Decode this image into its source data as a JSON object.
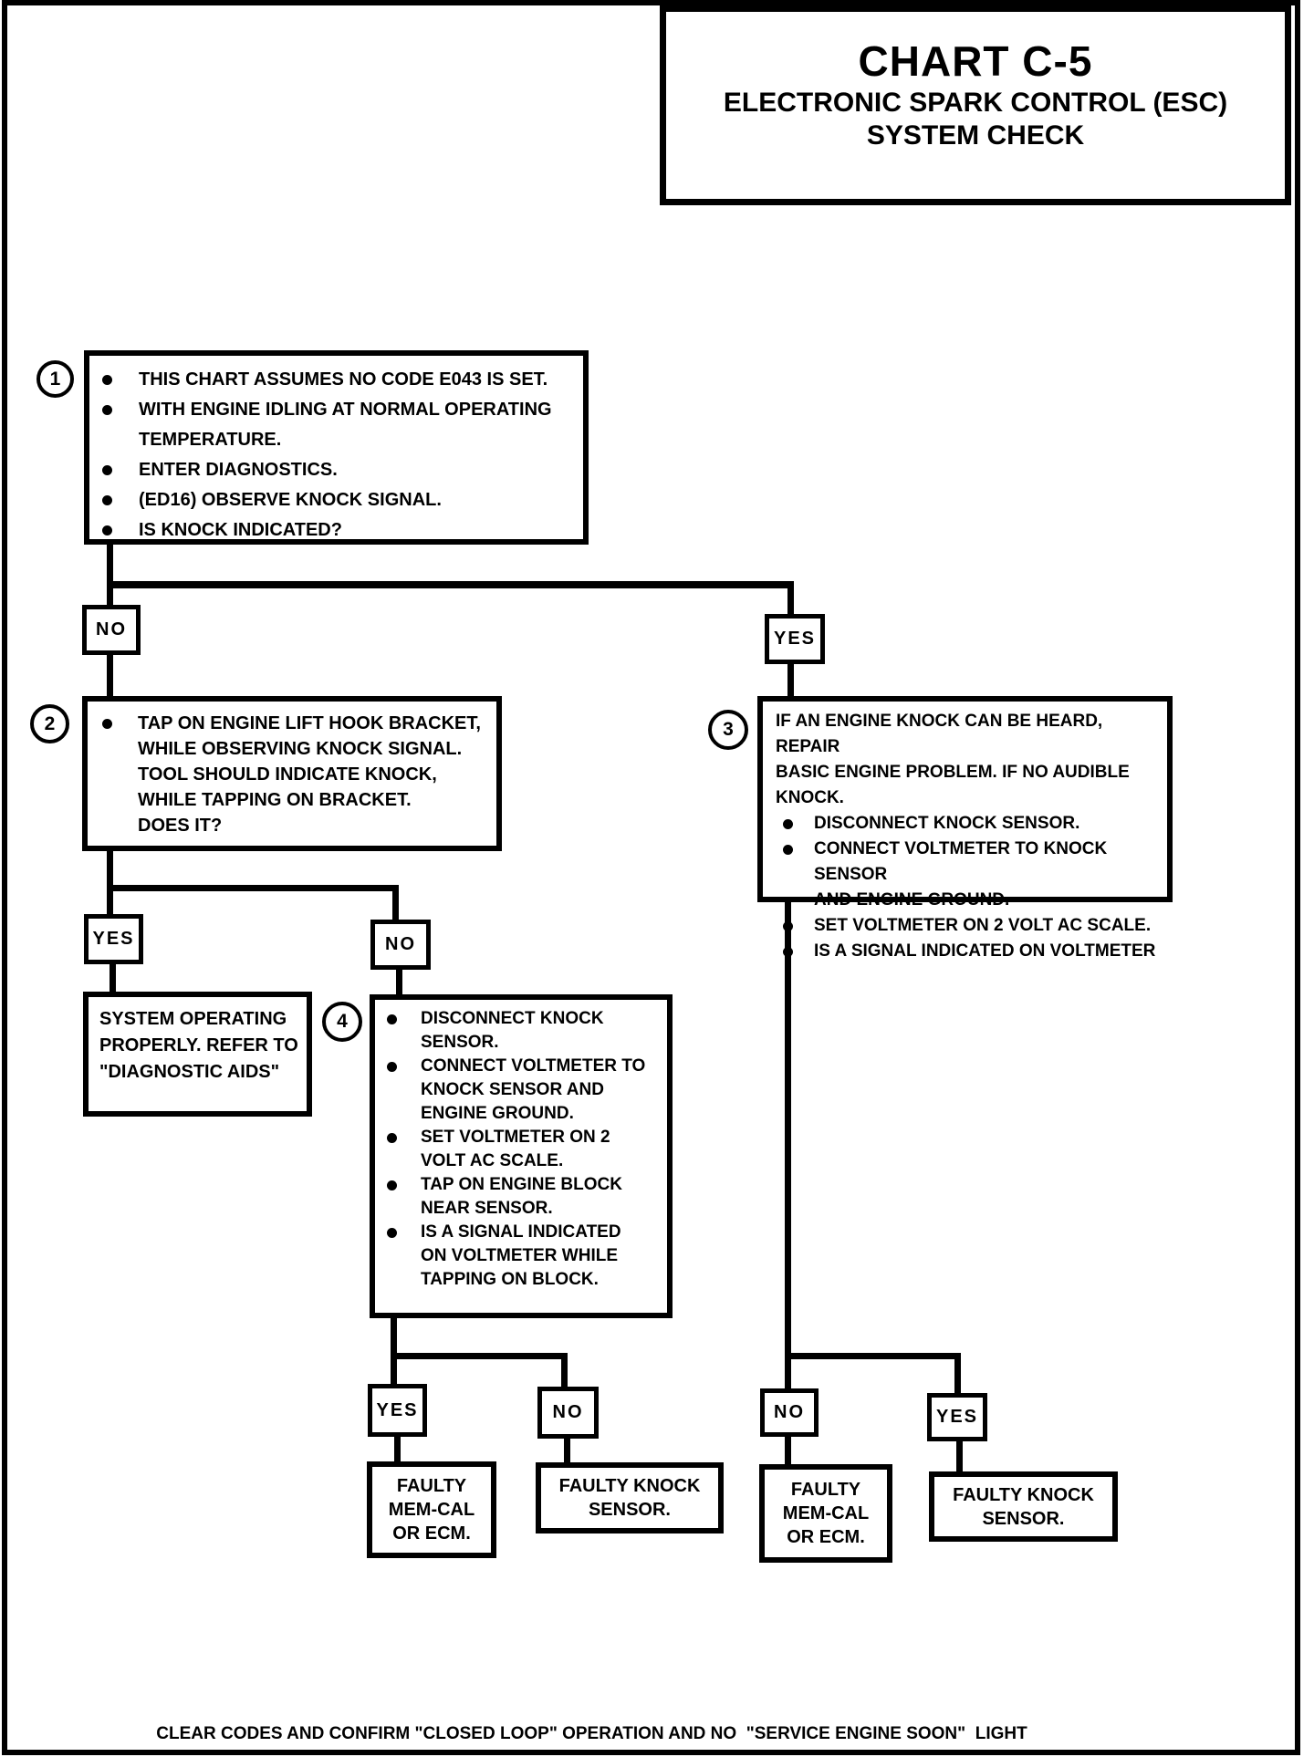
{
  "title": {
    "chart": "CHART C-5",
    "subtitle1": "ELECTRONIC SPARK CONTROL (ESC)",
    "subtitle2": "SYSTEM CHECK"
  },
  "labels": {
    "yes": "YES",
    "no": "NO"
  },
  "steps": {
    "s1": "1",
    "s2": "2",
    "s3": "3",
    "s4": "4"
  },
  "box1": {
    "bullets": [
      "THIS CHART ASSUMES NO CODE E043 IS SET.",
      "WITH ENGINE IDLING AT NORMAL OPERATING\nTEMPERATURE.",
      "ENTER DIAGNOSTICS.",
      "(ED16) OBSERVE KNOCK SIGNAL.",
      "IS KNOCK INDICATED?"
    ]
  },
  "box2": {
    "bullets": [
      "TAP ON ENGINE LIFT HOOK BRACKET,\nWHILE OBSERVING KNOCK SIGNAL.\nTOOL SHOULD INDICATE KNOCK,\nWHILE TAPPING ON BRACKET.\nDOES IT?"
    ]
  },
  "box3": {
    "intro": "IF AN ENGINE KNOCK CAN BE HEARD, REPAIR\nBASIC ENGINE PROBLEM.  IF NO AUDIBLE KNOCK.",
    "bullets": [
      "DISCONNECT KNOCK SENSOR.",
      "CONNECT VOLTMETER TO KNOCK SENSOR\nAND ENGINE GROUND.",
      "SET VOLTMETER ON 2 VOLT AC SCALE.",
      "IS A SIGNAL INDICATED ON VOLTMETER"
    ]
  },
  "box4": {
    "bullets": [
      "DISCONNECT KNOCK\nSENSOR.",
      "CONNECT VOLTMETER TO\nKNOCK SENSOR AND\nENGINE GROUND.",
      "SET VOLTMETER ON 2\nVOLT AC SCALE.",
      "TAP ON ENGINE BLOCK\nNEAR SENSOR.",
      "IS A SIGNAL INDICATED\nON VOLTMETER WHILE\nTAPPING ON BLOCK."
    ]
  },
  "outcomes": {
    "system_ok": "SYSTEM OPERATING\nPROPERLY.  REFER TO\n\"DIAGNOSTIC AIDS\"",
    "faulty_memcal": "FAULTY\nMEM-CAL\nOR ECM.",
    "faulty_knock": "FAULTY KNOCK\nSENSOR."
  },
  "footer": {
    "note": "CLEAR CODES AND CONFIRM \"CLOSED LOOP\" OPERATION AND NO  \"SERVICE ENGINE SOON\"  LIGHT"
  }
}
